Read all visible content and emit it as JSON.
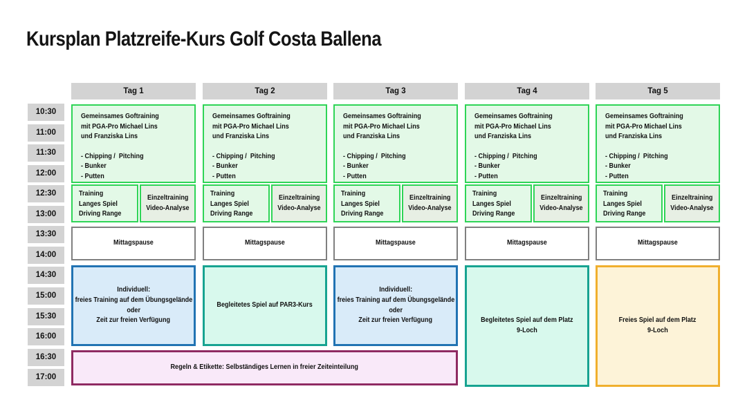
{
  "title": "Kursplan Platzreife-Kurs Golf Costa Ballena",
  "times": [
    "10:30",
    "11:00",
    "11:30",
    "12:00",
    "12:30",
    "13:00",
    "13:30",
    "14:00",
    "14:30",
    "15:00",
    "15:30",
    "16:00",
    "16:30",
    "17:00"
  ],
  "day_labels": [
    "Tag 1",
    "Tag 2",
    "Tag 3",
    "Tag 4",
    "Tag 5"
  ],
  "cells": {
    "morning": {
      "l1": "Gemeinsames Goftraining",
      "l2": "mit PGA-Pro Michael Lins",
      "l3": "und Franziska Lins",
      "b1": "- Chipping /  Pitching",
      "b2": "- Bunker",
      "b3": "- Putten"
    },
    "long_game": {
      "l1": "Training",
      "l2": "Langes Spiel",
      "l3": "Driving Range"
    },
    "einzel": {
      "l1": "Einzeltraining",
      "l2": "Video-Analyse"
    },
    "lunch": "Mittagspause",
    "individual": {
      "l1": "Individuell:",
      "l2": "freies Training auf dem Übungsgelände",
      "l3": "oder",
      "l4": "Zeit zur freien Verfügung"
    },
    "par3": "Begleitetes Spiel auf PAR3-Kurs",
    "guided9": {
      "l1": "Begleitetes Spiel auf dem Platz",
      "l2": "9-Loch"
    },
    "free9": {
      "l1": "Freies Spiel auf dem Platz",
      "l2": "9-Loch"
    },
    "rules": "Regeln & Etikette: Selbständiges Lernen in freier Zeiteinteilung"
  },
  "colors": {
    "gray_box": "#d3d3d3",
    "green_border": "#2ed456",
    "green_fill": "#e3f9e7",
    "einzel_fill": "#e7efe4",
    "lunch_border": "#7f7f7f",
    "blue_border": "#2173b3",
    "blue_fill": "#d9ebf9",
    "teal_border": "#17a391",
    "teal_fill": "#d8f9ed",
    "amber_border": "#f0af2e",
    "amber_fill": "#fdf3d8",
    "maroon_border": "#8f2a62",
    "pink_fill": "#f9e9f9"
  }
}
